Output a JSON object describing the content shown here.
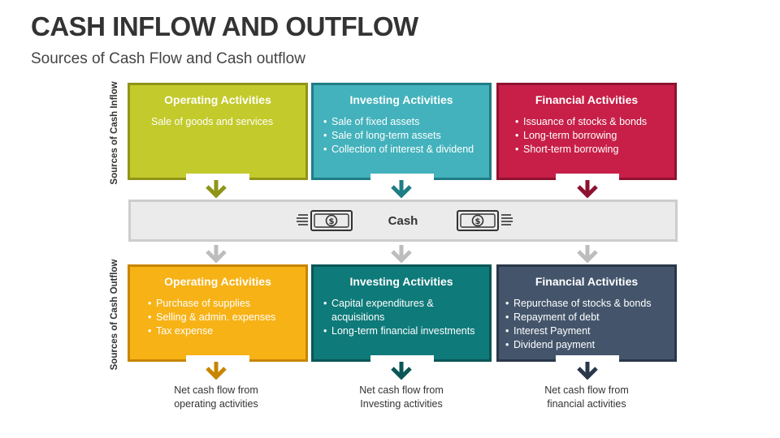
{
  "title": "CASH INFLOW AND OUTFLOW",
  "subtitle": "Sources of Cash Flow and Cash outflow",
  "side_labels": {
    "inflow": "Sources of Cash Inflow",
    "outflow": "Sources of Cash Outflow"
  },
  "colors": {
    "operating_in": "#c3ca2b",
    "investing_in": "#43b2bc",
    "financial_in": "#c71f48",
    "operating_out": "#f7b216",
    "investing_out": "#0f7a7a",
    "financial_out": "#44556b"
  },
  "inflow": [
    {
      "title": "Operating Activities",
      "text": "Sale of goods and services"
    },
    {
      "title": "Investing Activities",
      "items": [
        "Sale of fixed assets",
        "Sale of long-term assets",
        "Collection of interest & dividend"
      ]
    },
    {
      "title": "Financial Activities",
      "items": [
        "Issuance of stocks & bonds",
        "Long-term borrowing",
        "Short-term borrowing"
      ]
    }
  ],
  "cash": {
    "label": "Cash",
    "icon": "dollar-bill-icon"
  },
  "outflow": [
    {
      "title": "Operating Activities",
      "items": [
        "Purchase of supplies",
        "Selling & admin. expenses",
        "Tax expense"
      ]
    },
    {
      "title": "Investing Activities",
      "items": [
        "Capital expenditures & acquisitions",
        "Long-term financial investments"
      ]
    },
    {
      "title": "Financial Activities",
      "items": [
        "Repurchase of stocks & bonds",
        "Repayment of debt",
        "Interest Payment",
        "Dividend payment"
      ]
    }
  ],
  "net": [
    {
      "line1": "Net cash flow from",
      "line2": "operating activities"
    },
    {
      "line1": "Net cash flow from",
      "line2": "Investing activities"
    },
    {
      "line1": "Net cash flow from",
      "line2": "financial activities"
    }
  ]
}
